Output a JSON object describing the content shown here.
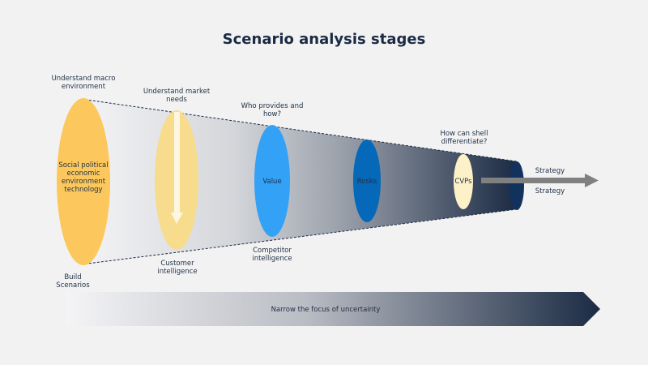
{
  "title": "Scenario analysis stages",
  "colors": {
    "navy": "#1b2b44",
    "ellipse_social": "#fcc85e",
    "ellipse_market": "#f6dc8c",
    "ellipse_value": "#33a1f5",
    "ellipse_risks": "#0668b8",
    "ellipse_cvps": "#fdf1c8",
    "ellipse_end": "#12325e",
    "strategy_arrow": "#808080"
  },
  "labels": {
    "macro": "Understand macro\nenvironment",
    "market": "Understand market\nneeds",
    "who": "Who provides and\nhow?",
    "shell": "How can shell\ndifferentiate?",
    "social": "Social political\neconomic\nenvironment\ntechnology",
    "value": "Value",
    "risks": "Rosks",
    "cvps": "CVPs",
    "strategy_top": "Strategy",
    "strategy_bottom": "Strategy",
    "customer": "Customer\nintelligence",
    "competitor": "Competitor\nintelligence",
    "build": "Build\nScenarios",
    "narrow": "Narrow the focus of uncertainty"
  }
}
